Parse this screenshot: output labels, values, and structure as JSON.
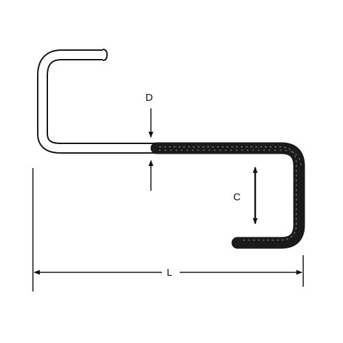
{
  "diagram": {
    "labels": {
      "diameter": "D",
      "clearance": "C",
      "length": "L"
    },
    "colors": {
      "line": "#111111",
      "coated_section": "#1a1a1a",
      "uncoated_section": "#ffffff",
      "background": "#ffffff"
    }
  }
}
